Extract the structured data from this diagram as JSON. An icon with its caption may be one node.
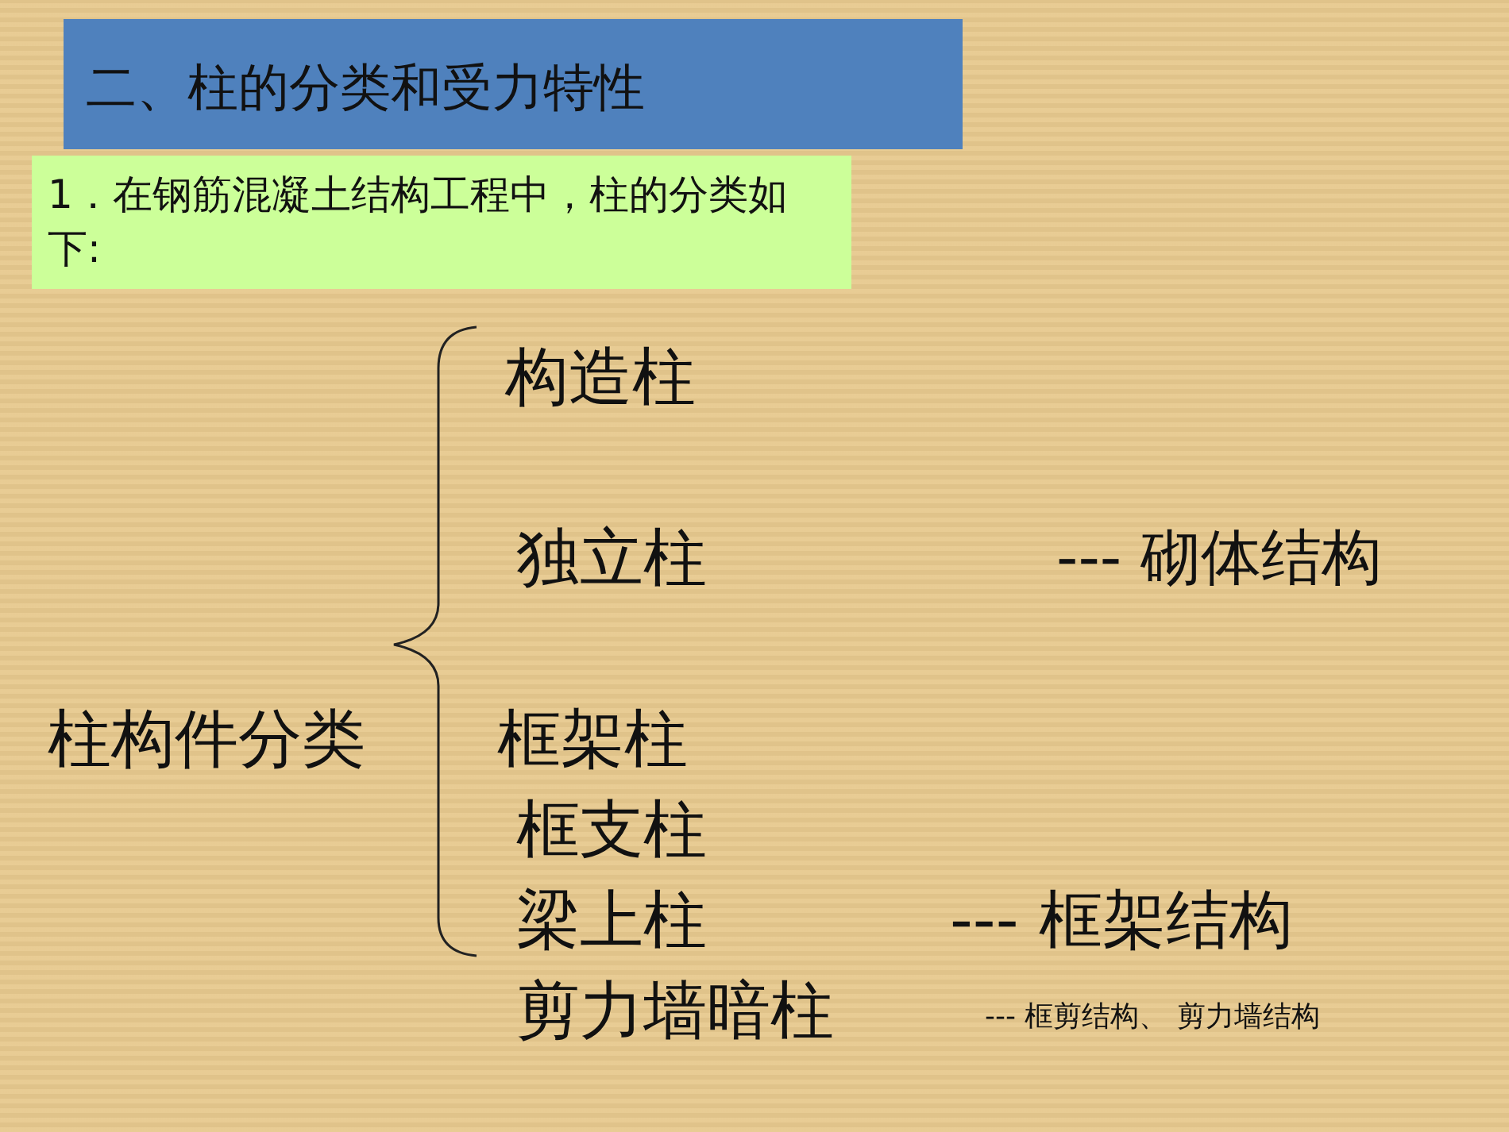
{
  "diagram": {
    "title": "二、柱的分类和受力特性",
    "nodes": [
      {
        "text": [
          "1．在钢筋混凝土结构工程中，柱的分类如下:"
        ]
      }
    ],
    "labels": [
      "构造柱",
      "独立柱",
      "--- 砌体结构",
      "柱构件分类",
      "框架柱",
      "框支柱",
      "梁上柱",
      "--- 框架结构",
      "剪力墙暗柱",
      "--- 框剪结构、 剪力墙结构"
    ]
  }
}
